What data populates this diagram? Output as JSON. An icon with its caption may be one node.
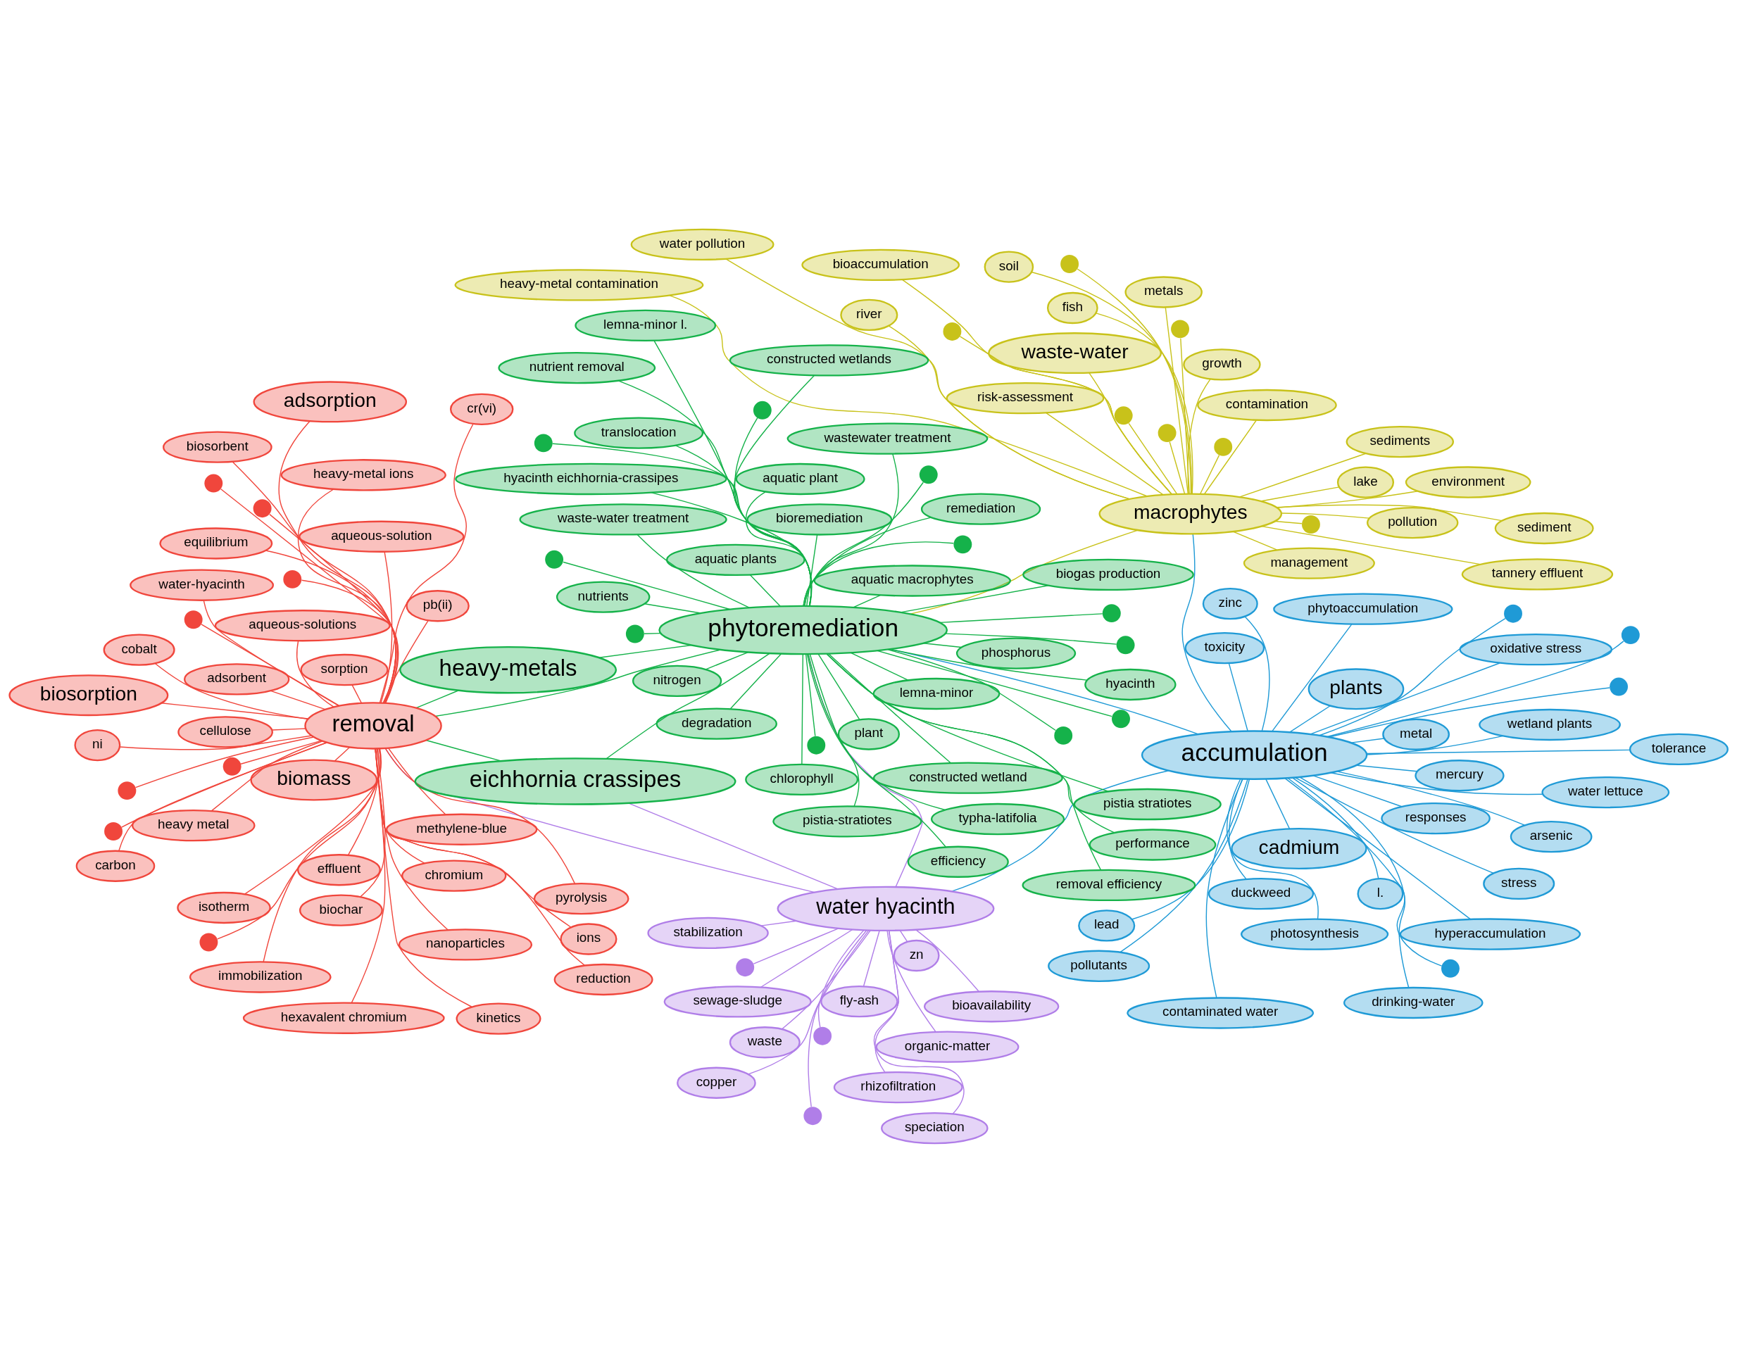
{
  "diagram": {
    "nodes": [
      {
        "text": [
          "duckweed"
        ]
      },
      {
        "text": [
          "water lettuce"
        ]
      },
      {
        "text": [
          "contaminated water"
        ]
      },
      {
        "text": [
          "phytoaccumulation"
        ]
      },
      {
        "text": [
          "responses"
        ]
      },
      {
        "text": [
          "mercury"
        ]
      },
      {
        "text": [
          "pollutants"
        ]
      },
      {
        "text": [
          "arsenic"
        ]
      },
      {
        "text": [
          "drinking-water"
        ]
      },
      {
        "text": [
          "hyperaccumulation"
        ]
      },
      {
        "text": [
          "photosynthesis"
        ]
      },
      {
        "text": [
          "metal"
        ]
      },
      {
        "text": [
          "tolerance"
        ]
      },
      {
        "text": [
          "wetland plants"
        ]
      },
      {
        "text": [
          "oxidative stress"
        ]
      },
      {
        "text": [
          "l."
        ]
      },
      {
        "text": [
          "stress"
        ]
      },
      {
        "text": [
          "zinc"
        ]
      },
      {
        "text": [
          "toxicity"
        ]
      },
      {
        "text": [
          "plants"
        ]
      },
      {
        "text": [
          "cadmium"
        ]
      },
      {
        "text": [
          "lead"
        ]
      },
      {
        "text": [
          "accumulation"
        ]
      },
      {
        "text": [],
        "shape": "circle"
      },
      {
        "text": [],
        "shape": "circle"
      },
      {
        "text": [],
        "shape": "circle"
      },
      {
        "text": [],
        "shape": "circle"
      },
      {
        "text": [
          "copper"
        ]
      },
      {
        "text": [
          "speciation"
        ]
      },
      {
        "text": [
          "organic-matter"
        ]
      },
      {
        "text": [
          "stabilization"
        ]
      },
      {
        "text": [
          "bioavailability"
        ]
      },
      {
        "text": [
          "fly-ash"
        ]
      },
      {
        "text": [
          "sewage-sludge"
        ]
      },
      {
        "text": [
          "waste"
        ]
      },
      {
        "text": [
          "zn"
        ]
      },
      {
        "text": [
          "rhizofiltration"
        ]
      },
      {
        "text": [
          "water hyacinth"
        ]
      },
      {
        "text": [],
        "shape": "circle"
      },
      {
        "text": [],
        "shape": "circle"
      },
      {
        "text": [],
        "shape": "circle"
      },
      {
        "text": [
          "bioaccumulation"
        ]
      },
      {
        "text": [
          "risk-assessment"
        ]
      },
      {
        "text": [
          "contamination"
        ]
      },
      {
        "text": [
          "pollution"
        ]
      },
      {
        "text": [
          "river"
        ]
      },
      {
        "text": [
          "sediment"
        ]
      },
      {
        "text": [
          "tannery effluent"
        ]
      },
      {
        "text": [
          "lake"
        ]
      },
      {
        "text": [
          "environment"
        ]
      },
      {
        "text": [
          "heavy-metal contamination"
        ]
      },
      {
        "text": [
          "sediments"
        ]
      },
      {
        "text": [
          "metals"
        ]
      },
      {
        "text": [
          "fish"
        ]
      },
      {
        "text": [
          "waste-water"
        ]
      },
      {
        "text": [
          "macrophytes"
        ]
      },
      {
        "text": [
          "management"
        ]
      },
      {
        "text": [
          "soil"
        ]
      },
      {
        "text": [
          "growth"
        ]
      },
      {
        "text": [
          "water pollution"
        ]
      },
      {
        "text": [],
        "shape": "circle"
      },
      {
        "text": [],
        "shape": "circle"
      },
      {
        "text": [],
        "shape": "circle"
      },
      {
        "text": [],
        "shape": "circle"
      },
      {
        "text": [],
        "shape": "circle"
      },
      {
        "text": [],
        "shape": "circle"
      },
      {
        "text": [],
        "shape": "circle"
      },
      {
        "text": [
          "biogas production"
        ]
      },
      {
        "text": [
          "phytoremediation"
        ]
      },
      {
        "text": [
          "waste-water treatment"
        ]
      },
      {
        "text": [
          "removal efficiency"
        ]
      },
      {
        "text": [
          "heavy-metals"
        ]
      },
      {
        "text": [
          "aquatic plant"
        ]
      },
      {
        "text": [
          "nutrients"
        ]
      },
      {
        "text": [
          "plant"
        ]
      },
      {
        "text": [
          "performance"
        ]
      },
      {
        "text": [
          "aquatic macrophytes"
        ]
      },
      {
        "text": [
          "pistia-stratiotes"
        ]
      },
      {
        "text": [
          "nitrogen"
        ]
      },
      {
        "text": [
          "hyacinth"
        ]
      },
      {
        "text": [
          "hyacinth eichhornia-crassipes"
        ]
      },
      {
        "text": [
          "chlorophyll"
        ]
      },
      {
        "text": [
          "phosphorus"
        ]
      },
      {
        "text": [
          "constructed wetland"
        ]
      },
      {
        "text": [
          "eichhornia crassipes"
        ]
      },
      {
        "text": [
          "lemna-minor l."
        ]
      },
      {
        "text": [
          "bioremediation"
        ]
      },
      {
        "text": [
          "nutrient removal"
        ]
      },
      {
        "text": [
          "translocation"
        ]
      },
      {
        "text": [
          "efficiency"
        ]
      },
      {
        "text": [
          "wastewater treatment"
        ]
      },
      {
        "text": [
          "degradation"
        ]
      },
      {
        "text": [
          "remediation"
        ]
      },
      {
        "text": [
          "constructed wetlands"
        ]
      },
      {
        "text": [
          "aquatic plants"
        ]
      },
      {
        "text": [
          "typha-latifolia"
        ]
      },
      {
        "text": [
          "lemna-minor"
        ]
      },
      {
        "text": [
          "pistia stratiotes"
        ]
      },
      {
        "text": [],
        "shape": "circle"
      },
      {
        "text": [],
        "shape": "circle"
      },
      {
        "text": [],
        "shape": "circle"
      },
      {
        "text": [],
        "shape": "circle"
      },
      {
        "text": [],
        "shape": "circle"
      },
      {
        "text": [],
        "shape": "circle"
      },
      {
        "text": [],
        "shape": "circle"
      },
      {
        "text": [],
        "shape": "circle"
      },
      {
        "text": [],
        "shape": "circle"
      },
      {
        "text": [],
        "shape": "circle"
      },
      {
        "text": [],
        "shape": "circle"
      },
      {
        "text": [
          "biosorbent"
        ]
      },
      {
        "text": [
          "chromium"
        ]
      },
      {
        "text": [
          "pb(ii)"
        ]
      },
      {
        "text": [
          "aqueous-solutions"
        ]
      },
      {
        "text": [
          "ni"
        ]
      },
      {
        "text": [
          "biosorption"
        ]
      },
      {
        "text": [
          "equilibrium"
        ]
      },
      {
        "text": [
          "water-hyacinth"
        ]
      },
      {
        "text": [
          "biomass"
        ]
      },
      {
        "text": [
          "hexavalent chromium"
        ]
      },
      {
        "text": [
          "sorption"
        ]
      },
      {
        "text": [
          "heavy metal"
        ]
      },
      {
        "text": [
          "isotherm"
        ]
      },
      {
        "text": [
          "kinetics"
        ]
      },
      {
        "text": [
          "ions"
        ]
      },
      {
        "text": [
          "pyrolysis"
        ]
      },
      {
        "text": [
          "carbon"
        ]
      },
      {
        "text": [
          "removal"
        ]
      },
      {
        "text": [
          "biochar"
        ]
      },
      {
        "text": [
          "aqueous-solution"
        ]
      },
      {
        "text": [
          "adsorbent"
        ]
      },
      {
        "text": [
          "cr(vi)"
        ]
      },
      {
        "text": [
          "heavy-metal ions"
        ]
      },
      {
        "text": [
          "immobilization"
        ]
      },
      {
        "text": [
          "methylene-blue"
        ]
      },
      {
        "text": [
          "adsorption"
        ]
      },
      {
        "text": [
          "cellulose"
        ]
      },
      {
        "text": [
          "nanoparticles"
        ]
      },
      {
        "text": [
          "reduction"
        ]
      },
      {
        "text": [
          "cobalt"
        ]
      },
      {
        "text": [
          "effluent"
        ]
      },
      {
        "text": [],
        "shape": "circle"
      },
      {
        "text": [],
        "shape": "circle"
      },
      {
        "text": [],
        "shape": "circle"
      },
      {
        "text": [],
        "shape": "circle"
      },
      {
        "text": [],
        "shape": "circle"
      },
      {
        "text": [],
        "shape": "circle"
      },
      {
        "text": [],
        "shape": "circle"
      },
      {
        "text": [],
        "shape": "circle"
      }
    ],
    "edges": [
      {
        "from": 22,
        "to": 68,
        "arrow": "none",
        "color": "#1f9ad6"
      },
      {
        "from": 37,
        "to": 68,
        "arrow": "none",
        "color": "#b07ee8"
      },
      {
        "from": 37,
        "to": 84,
        "arrow": "none",
        "color": "#b07ee8"
      },
      {
        "from": 71,
        "to": 68,
        "arrow": "none",
        "color": "#15b24a"
      },
      {
        "from": 84,
        "to": 68,
        "arrow": "none",
        "color": "#15b24a"
      },
      {
        "from": 68,
        "to": 126,
        "arrow": "none",
        "color": "#15b24a"
      },
      {
        "from": 84,
        "to": 126,
        "arrow": "none",
        "color": "#15b24a"
      },
      {
        "from": 71,
        "to": 126,
        "arrow": "none",
        "color": "#15b24a"
      },
      {
        "from": 37,
        "to": 126,
        "arrow": "none",
        "color": "#b07ee8"
      },
      {
        "from": 126,
        "to": 134,
        "arrow": "none",
        "color": "#f0463c"
      },
      {
        "from": 55,
        "to": 68,
        "arrow": "none",
        "color": "#c8c21a"
      },
      {
        "from": 22,
        "to": 55,
        "arrow": "none",
        "color": "#1f9ad6"
      },
      {
        "from": 22,
        "to": 37,
        "arrow": "none",
        "color": "#1f9ad6"
      },
      {
        "from": 22,
        "to": 0,
        "arrow": "none",
        "color": "#1f9ad6"
      },
      {
        "from": 22,
        "to": 1,
        "arrow": "none",
        "color": "#1f9ad6"
      },
      {
        "from": 22,
        "to": 2,
        "arrow": "none",
        "color": "#1f9ad6"
      },
      {
        "from": 22,
        "to": 3,
        "arrow": "none",
        "color": "#1f9ad6"
      },
      {
        "from": 22,
        "to": 4,
        "arrow": "none",
        "color": "#1f9ad6"
      },
      {
        "from": 22,
        "to": 5,
        "arrow": "none",
        "color": "#1f9ad6"
      },
      {
        "from": 22,
        "to": 6,
        "arrow": "none",
        "color": "#1f9ad6"
      },
      {
        "from": 22,
        "to": 7,
        "arrow": "none",
        "color": "#1f9ad6"
      },
      {
        "from": 22,
        "to": 8,
        "arrow": "none",
        "color": "#1f9ad6"
      },
      {
        "from": 22,
        "to": 9,
        "arrow": "none",
        "color": "#1f9ad6"
      },
      {
        "from": 22,
        "to": 10,
        "arrow": "none",
        "color": "#1f9ad6"
      },
      {
        "from": 22,
        "to": 11,
        "arrow": "none",
        "color": "#1f9ad6"
      },
      {
        "from": 22,
        "to": 12,
        "arrow": "none",
        "color": "#1f9ad6"
      },
      {
        "from": 22,
        "to": 13,
        "arrow": "none",
        "color": "#1f9ad6"
      },
      {
        "from": 22,
        "to": 14,
        "arrow": "none",
        "color": "#1f9ad6"
      },
      {
        "from": 22,
        "to": 15,
        "arrow": "none",
        "color": "#1f9ad6"
      },
      {
        "from": 22,
        "to": 16,
        "arrow": "none",
        "color": "#1f9ad6"
      },
      {
        "from": 22,
        "to": 17,
        "arrow": "none",
        "color": "#1f9ad6"
      },
      {
        "from": 22,
        "to": 18,
        "arrow": "none",
        "color": "#1f9ad6"
      },
      {
        "from": 22,
        "to": 19,
        "arrow": "none",
        "color": "#1f9ad6"
      },
      {
        "from": 22,
        "to": 20,
        "arrow": "none",
        "color": "#1f9ad6"
      },
      {
        "from": 22,
        "to": 21,
        "arrow": "none",
        "color": "#1f9ad6"
      },
      {
        "from": 22,
        "to": 23,
        "arrow": "none",
        "color": "#1f9ad6"
      },
      {
        "from": 22,
        "to": 24,
        "arrow": "none",
        "color": "#1f9ad6"
      },
      {
        "from": 22,
        "to": 25,
        "arrow": "none",
        "color": "#1f9ad6"
      },
      {
        "from": 22,
        "to": 26,
        "arrow": "none",
        "color": "#1f9ad6"
      },
      {
        "from": 37,
        "to": 27,
        "arrow": "none",
        "color": "#b07ee8"
      },
      {
        "from": 37,
        "to": 28,
        "arrow": "none",
        "color": "#b07ee8"
      },
      {
        "from": 37,
        "to": 29,
        "arrow": "none",
        "color": "#b07ee8"
      },
      {
        "from": 37,
        "to": 30,
        "arrow": "none",
        "color": "#b07ee8"
      },
      {
        "from": 37,
        "to": 31,
        "arrow": "none",
        "color": "#b07ee8"
      },
      {
        "from": 37,
        "to": 32,
        "arrow": "none",
        "color": "#b07ee8"
      },
      {
        "from": 37,
        "to": 33,
        "arrow": "none",
        "color": "#b07ee8"
      },
      {
        "from": 37,
        "to": 34,
        "arrow": "none",
        "color": "#b07ee8"
      },
      {
        "from": 37,
        "to": 35,
        "arrow": "none",
        "color": "#b07ee8"
      },
      {
        "from": 37,
        "to": 36,
        "arrow": "none",
        "color": "#b07ee8"
      },
      {
        "from": 37,
        "to": 38,
        "arrow": "none",
        "color": "#b07ee8"
      },
      {
        "from": 37,
        "to": 39,
        "arrow": "none",
        "color": "#b07ee8"
      },
      {
        "from": 37,
        "to": 40,
        "arrow": "none",
        "color": "#b07ee8"
      },
      {
        "from": 55,
        "to": 41,
        "arrow": "none",
        "color": "#c8c21a"
      },
      {
        "from": 55,
        "to": 42,
        "arrow": "none",
        "color": "#c8c21a"
      },
      {
        "from": 55,
        "to": 43,
        "arrow": "none",
        "color": "#c8c21a"
      },
      {
        "from": 55,
        "to": 44,
        "arrow": "none",
        "color": "#c8c21a"
      },
      {
        "from": 55,
        "to": 45,
        "arrow": "none",
        "color": "#c8c21a"
      },
      {
        "from": 55,
        "to": 46,
        "arrow": "none",
        "color": "#c8c21a"
      },
      {
        "from": 55,
        "to": 47,
        "arrow": "none",
        "color": "#c8c21a"
      },
      {
        "from": 55,
        "to": 48,
        "arrow": "none",
        "color": "#c8c21a"
      },
      {
        "from": 55,
        "to": 49,
        "arrow": "none",
        "color": "#c8c21a"
      },
      {
        "from": 55,
        "to": 50,
        "arrow": "none",
        "color": "#c8c21a"
      },
      {
        "from": 55,
        "to": 51,
        "arrow": "none",
        "color": "#c8c21a"
      },
      {
        "from": 55,
        "to": 52,
        "arrow": "none",
        "color": "#c8c21a"
      },
      {
        "from": 55,
        "to": 53,
        "arrow": "none",
        "color": "#c8c21a"
      },
      {
        "from": 55,
        "to": 54,
        "arrow": "none",
        "color": "#c8c21a"
      },
      {
        "from": 55,
        "to": 56,
        "arrow": "none",
        "color": "#c8c21a"
      },
      {
        "from": 55,
        "to": 57,
        "arrow": "none",
        "color": "#c8c21a"
      },
      {
        "from": 55,
        "to": 58,
        "arrow": "none",
        "color": "#c8c21a"
      },
      {
        "from": 55,
        "to": 59,
        "arrow": "none",
        "color": "#c8c21a"
      },
      {
        "from": 55,
        "to": 60,
        "arrow": "none",
        "color": "#c8c21a"
      },
      {
        "from": 55,
        "to": 61,
        "arrow": "none",
        "color": "#c8c21a"
      },
      {
        "from": 55,
        "to": 62,
        "arrow": "none",
        "color": "#c8c21a"
      },
      {
        "from": 55,
        "to": 63,
        "arrow": "none",
        "color": "#c8c21a"
      },
      {
        "from": 55,
        "to": 64,
        "arrow": "none",
        "color": "#c8c21a"
      },
      {
        "from": 55,
        "to": 65,
        "arrow": "none",
        "color": "#c8c21a"
      },
      {
        "from": 55,
        "to": 66,
        "arrow": "none",
        "color": "#c8c21a"
      },
      {
        "from": 68,
        "to": 67,
        "arrow": "none",
        "color": "#15b24a"
      },
      {
        "from": 68,
        "to": 69,
        "arrow": "none",
        "color": "#15b24a"
      },
      {
        "from": 68,
        "to": 70,
        "arrow": "none",
        "color": "#15b24a"
      },
      {
        "from": 68,
        "to": 72,
        "arrow": "none",
        "color": "#15b24a"
      },
      {
        "from": 68,
        "to": 73,
        "arrow": "none",
        "color": "#15b24a"
      },
      {
        "from": 68,
        "to": 74,
        "arrow": "none",
        "color": "#15b24a"
      },
      {
        "from": 68,
        "to": 75,
        "arrow": "none",
        "color": "#15b24a"
      },
      {
        "from": 68,
        "to": 76,
        "arrow": "none",
        "color": "#15b24a"
      },
      {
        "from": 68,
        "to": 77,
        "arrow": "none",
        "color": "#15b24a"
      },
      {
        "from": 68,
        "to": 78,
        "arrow": "none",
        "color": "#15b24a"
      },
      {
        "from": 68,
        "to": 79,
        "arrow": "none",
        "color": "#15b24a"
      },
      {
        "from": 68,
        "to": 80,
        "arrow": "none",
        "color": "#15b24a"
      },
      {
        "from": 68,
        "to": 81,
        "arrow": "none",
        "color": "#15b24a"
      },
      {
        "from": 68,
        "to": 82,
        "arrow": "none",
        "color": "#15b24a"
      },
      {
        "from": 68,
        "to": 83,
        "arrow": "none",
        "color": "#15b24a"
      },
      {
        "from": 68,
        "to": 85,
        "arrow": "none",
        "color": "#15b24a"
      },
      {
        "from": 68,
        "to": 86,
        "arrow": "none",
        "color": "#15b24a"
      },
      {
        "from": 68,
        "to": 87,
        "arrow": "none",
        "color": "#15b24a"
      },
      {
        "from": 68,
        "to": 88,
        "arrow": "none",
        "color": "#15b24a"
      },
      {
        "from": 68,
        "to": 89,
        "arrow": "none",
        "color": "#15b24a"
      },
      {
        "from": 68,
        "to": 90,
        "arrow": "none",
        "color": "#15b24a"
      },
      {
        "from": 68,
        "to": 91,
        "arrow": "none",
        "color": "#15b24a"
      },
      {
        "from": 68,
        "to": 92,
        "arrow": "none",
        "color": "#15b24a"
      },
      {
        "from": 68,
        "to": 93,
        "arrow": "none",
        "color": "#15b24a"
      },
      {
        "from": 68,
        "to": 94,
        "arrow": "none",
        "color": "#15b24a"
      },
      {
        "from": 68,
        "to": 95,
        "arrow": "none",
        "color": "#15b24a"
      },
      {
        "from": 68,
        "to": 96,
        "arrow": "none",
        "color": "#15b24a"
      },
      {
        "from": 68,
        "to": 97,
        "arrow": "none",
        "color": "#15b24a"
      },
      {
        "from": 68,
        "to": 98,
        "arrow": "none",
        "color": "#15b24a"
      },
      {
        "from": 68,
        "to": 99,
        "arrow": "none",
        "color": "#15b24a"
      },
      {
        "from": 68,
        "to": 100,
        "arrow": "none",
        "color": "#15b24a"
      },
      {
        "from": 68,
        "to": 101,
        "arrow": "none",
        "color": "#15b24a"
      },
      {
        "from": 68,
        "to": 102,
        "arrow": "none",
        "color": "#15b24a"
      },
      {
        "from": 68,
        "to": 103,
        "arrow": "none",
        "color": "#15b24a"
      },
      {
        "from": 68,
        "to": 104,
        "arrow": "none",
        "color": "#15b24a"
      },
      {
        "from": 68,
        "to": 105,
        "arrow": "none",
        "color": "#15b24a"
      },
      {
        "from": 68,
        "to": 106,
        "arrow": "none",
        "color": "#15b24a"
      },
      {
        "from": 68,
        "to": 107,
        "arrow": "none",
        "color": "#15b24a"
      },
      {
        "from": 68,
        "to": 108,
        "arrow": "none",
        "color": "#15b24a"
      },
      {
        "from": 126,
        "to": 109,
        "arrow": "none",
        "color": "#f0463c"
      },
      {
        "from": 126,
        "to": 110,
        "arrow": "none",
        "color": "#f0463c"
      },
      {
        "from": 126,
        "to": 111,
        "arrow": "none",
        "color": "#f0463c"
      },
      {
        "from": 126,
        "to": 112,
        "arrow": "none",
        "color": "#f0463c"
      },
      {
        "from": 126,
        "to": 113,
        "arrow": "none",
        "color": "#f0463c"
      },
      {
        "from": 126,
        "to": 114,
        "arrow": "none",
        "color": "#f0463c"
      },
      {
        "from": 126,
        "to": 115,
        "arrow": "none",
        "color": "#f0463c"
      },
      {
        "from": 126,
        "to": 116,
        "arrow": "none",
        "color": "#f0463c"
      },
      {
        "from": 126,
        "to": 117,
        "arrow": "none",
        "color": "#f0463c"
      },
      {
        "from": 126,
        "to": 118,
        "arrow": "none",
        "color": "#f0463c"
      },
      {
        "from": 126,
        "to": 119,
        "arrow": "none",
        "color": "#f0463c"
      },
      {
        "from": 126,
        "to": 120,
        "arrow": "none",
        "color": "#f0463c"
      },
      {
        "from": 126,
        "to": 121,
        "arrow": "none",
        "color": "#f0463c"
      },
      {
        "from": 126,
        "to": 122,
        "arrow": "none",
        "color": "#f0463c"
      },
      {
        "from": 126,
        "to": 123,
        "arrow": "none",
        "color": "#f0463c"
      },
      {
        "from": 126,
        "to": 124,
        "arrow": "none",
        "color": "#f0463c"
      },
      {
        "from": 126,
        "to": 125,
        "arrow": "none",
        "color": "#f0463c"
      },
      {
        "from": 126,
        "to": 127,
        "arrow": "none",
        "color": "#f0463c"
      },
      {
        "from": 126,
        "to": 128,
        "arrow": "none",
        "color": "#f0463c"
      },
      {
        "from": 126,
        "to": 129,
        "arrow": "none",
        "color": "#f0463c"
      },
      {
        "from": 126,
        "to": 130,
        "arrow": "none",
        "color": "#f0463c"
      },
      {
        "from": 126,
        "to": 131,
        "arrow": "none",
        "color": "#f0463c"
      },
      {
        "from": 126,
        "to": 132,
        "arrow": "none",
        "color": "#f0463c"
      },
      {
        "from": 126,
        "to": 133,
        "arrow": "none",
        "color": "#f0463c"
      },
      {
        "from": 126,
        "to": 135,
        "arrow": "none",
        "color": "#f0463c"
      },
      {
        "from": 126,
        "to": 136,
        "arrow": "none",
        "color": "#f0463c"
      },
      {
        "from": 126,
        "to": 137,
        "arrow": "none",
        "color": "#f0463c"
      },
      {
        "from": 126,
        "to": 138,
        "arrow": "none",
        "color": "#f0463c"
      },
      {
        "from": 126,
        "to": 139,
        "arrow": "none",
        "color": "#f0463c"
      },
      {
        "from": 126,
        "to": 140,
        "arrow": "none",
        "color": "#f0463c"
      },
      {
        "from": 126,
        "to": 141,
        "arrow": "none",
        "color": "#f0463c"
      },
      {
        "from": 126,
        "to": 142,
        "arrow": "none",
        "color": "#f0463c"
      },
      {
        "from": 126,
        "to": 143,
        "arrow": "none",
        "color": "#f0463c"
      },
      {
        "from": 126,
        "to": 144,
        "arrow": "none",
        "color": "#f0463c"
      },
      {
        "from": 126,
        "to": 145,
        "arrow": "none",
        "color": "#f0463c"
      },
      {
        "from": 126,
        "to": 146,
        "arrow": "none",
        "color": "#f0463c"
      },
      {
        "from": 126,
        "to": 147,
        "arrow": "none",
        "color": "#f0463c"
      }
    ]
  }
}
